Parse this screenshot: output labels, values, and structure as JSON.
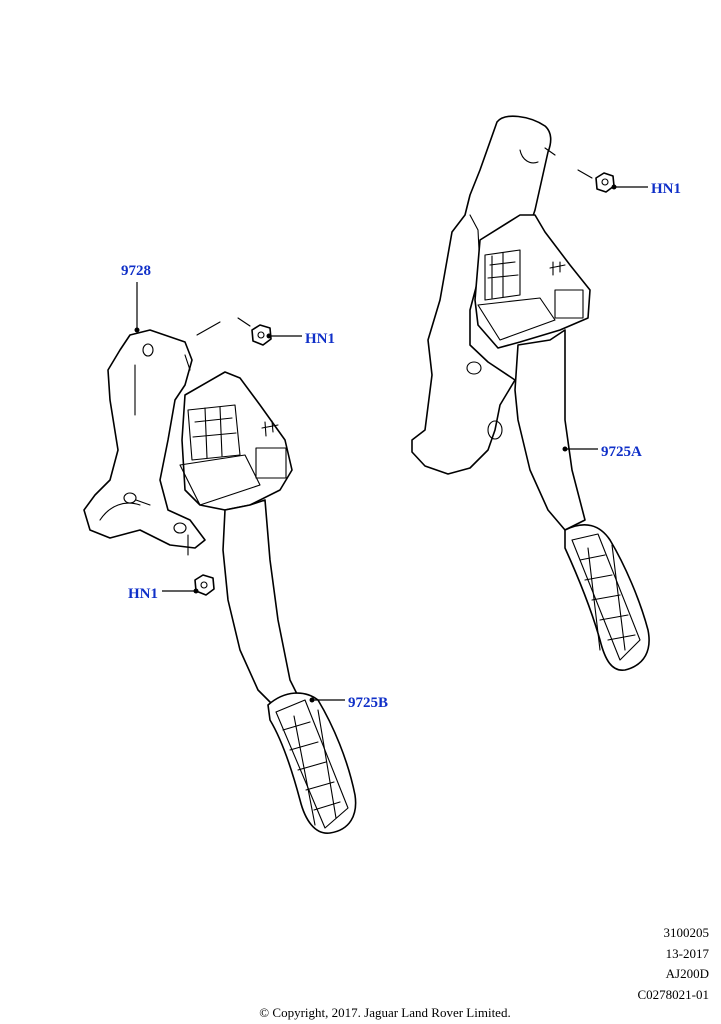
{
  "callouts": {
    "hn1_top_right": "HN1",
    "hn1_middle": "HN1",
    "hn1_bottom": "HN1",
    "bracket": "9728",
    "pedal_a": "9725A",
    "pedal_b": "9725B"
  },
  "callout_color": "#1030c8",
  "info_block": {
    "line1": "3100205",
    "line2": "13-2017",
    "line3": "AJ200D",
    "line4": "C0278021-01"
  },
  "copyright": "© Copyright, 2017. Jaguar Land Rover Limited."
}
